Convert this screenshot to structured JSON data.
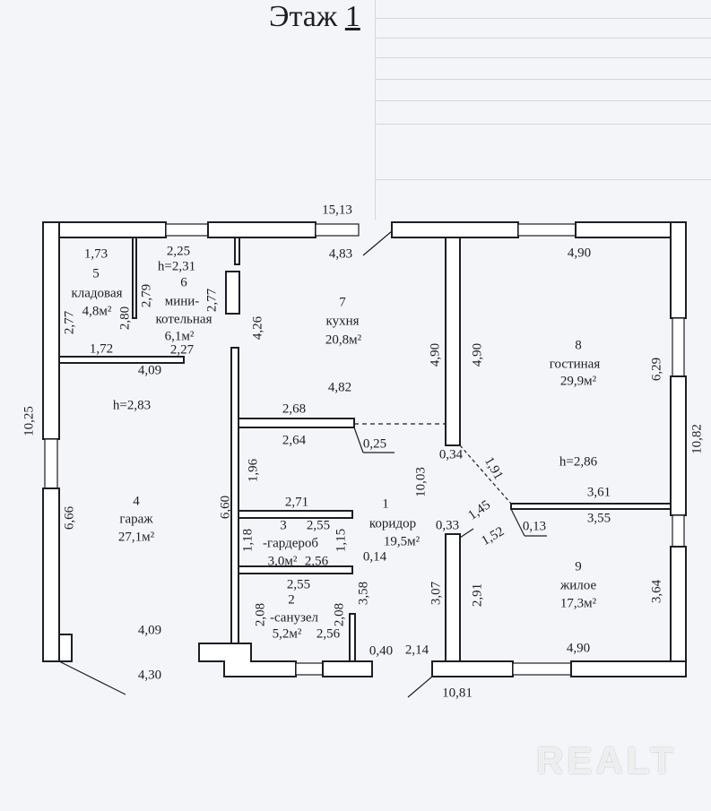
{
  "title": {
    "text": "Этаж ",
    "number": "1"
  },
  "watermark": "REALT",
  "rooms": {
    "r1": {
      "num": "1",
      "name": "коридор",
      "area": "19,5м²"
    },
    "r2": {
      "num": "2",
      "name": "-санузел",
      "area": "5,2м²"
    },
    "r3": {
      "num": "3",
      "name": "-гардероб",
      "area": "3,0м²"
    },
    "r4": {
      "num": "4",
      "name": "гараж",
      "area": "27,1м²"
    },
    "r5": {
      "num": "5",
      "name": "кладовая",
      "area": "4,8м²"
    },
    "r6": {
      "num": "6",
      "name1": "мини-",
      "name2": "котельная",
      "area": "6,1м²"
    },
    "r7": {
      "num": "7",
      "name": "кухня",
      "area": "20,8м²"
    },
    "r8": {
      "num": "8",
      "name": "гостиная",
      "area": "29,9м²"
    },
    "r9": {
      "num": "9",
      "name": "жилое",
      "area": "17,3м²"
    }
  },
  "heights": {
    "h6": "h=2,31",
    "h4": "h=2,83",
    "h8": "h=2,86"
  },
  "dims": [
    "15,13",
    "4,83",
    "1,73",
    "2,25",
    "2,79",
    "2,80",
    "2,77",
    "2,77",
    "1,72",
    "2,27",
    "4,09",
    "4,26",
    "4,82",
    "2,68",
    "2,64",
    "0,25",
    "10,25",
    "4,90",
    "4,90",
    "4,90",
    "6,29",
    "10,82",
    "10,03",
    "0,34",
    "1,91",
    "1,96",
    "6,60",
    "6,66",
    "2,71",
    "2,55",
    "1,18",
    "1,15",
    "2,56",
    "0,14",
    "0,33",
    "1,45",
    "1,52",
    "0,13",
    "3,61",
    "3,55",
    "3,64",
    "3,07",
    "2,91",
    "3,58",
    "2,55",
    "2,08",
    "2,08",
    "2,56",
    "4,09",
    "0,40",
    "2,14",
    "4,90",
    "4,30",
    "10,81"
  ]
}
